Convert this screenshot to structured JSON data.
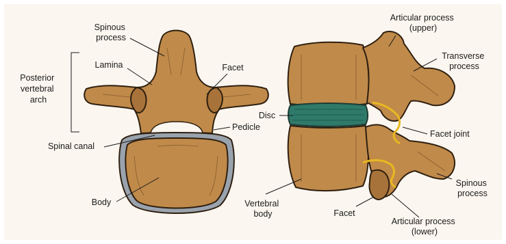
{
  "labels": {
    "spinous_process_top": [
      "Spinous",
      "process"
    ],
    "posterior_vertebral_arch": [
      "Posterior",
      "vertebral",
      "arch"
    ],
    "lamina": "Lamina",
    "facet_top": "Facet",
    "pedicle": "Pedicle",
    "spinal_canal": "Spinal canal",
    "body": "Body",
    "articular_process_upper": [
      "Articular process",
      "(upper)"
    ],
    "transverse_process": [
      "Transverse",
      "process"
    ],
    "disc": "Disc",
    "facet_joint": "Facet joint",
    "spinous_process_side": [
      "Spinous",
      "process"
    ],
    "vertebral_body": [
      "Vertebral",
      "body"
    ],
    "facet_bottom": "Facet",
    "articular_process_lower": [
      "Articular process",
      "(lower)"
    ]
  },
  "colors": {
    "background": "#fbf6ef",
    "bone": "#c08a4a",
    "bone_dark": "#a8733a",
    "disc": "#2f7a6a",
    "cartilage": "#9aa3ad",
    "facet_joint": "#e8b820",
    "outline": "#2e1f10"
  }
}
